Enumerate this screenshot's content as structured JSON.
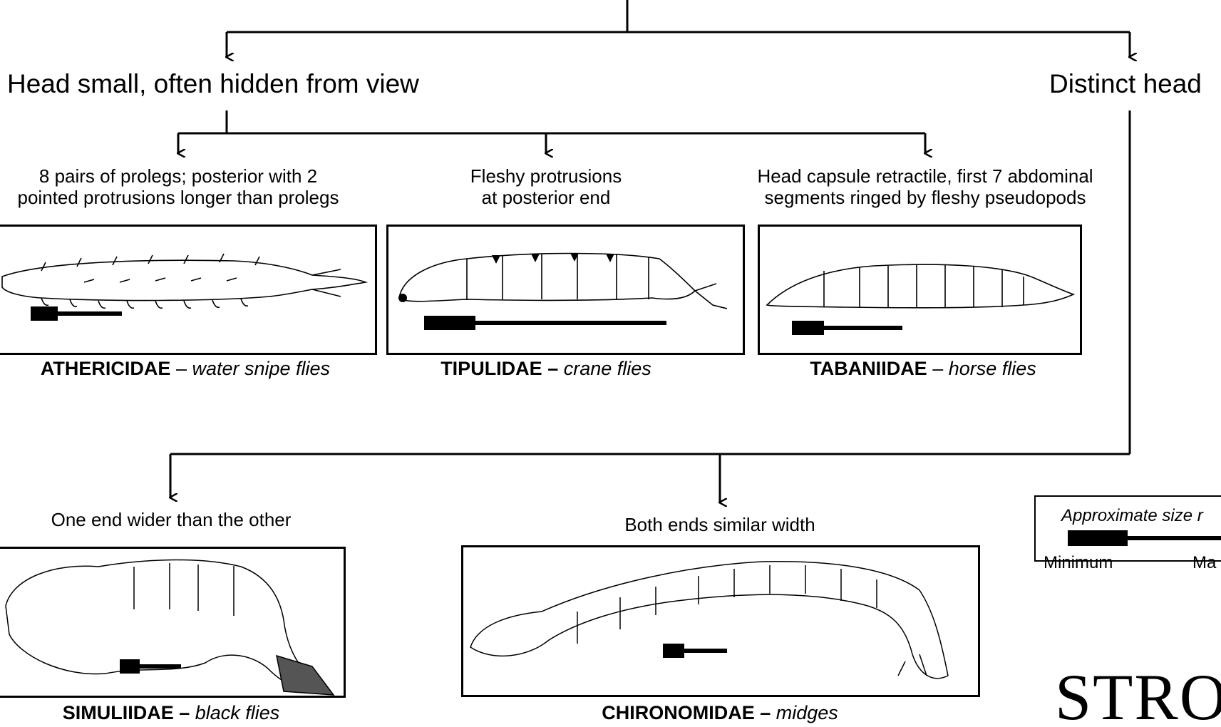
{
  "key": {
    "head_small": "Head small, often hidden from view",
    "distinct_head": "Distinct head",
    "athericidae_desc": [
      "8 pairs of prolegs; posterior with 2",
      "pointed protrusions longer than prolegs"
    ],
    "tipulidae_desc": [
      "Fleshy protrusions",
      "at posterior end"
    ],
    "tabaniidae_desc": [
      "Head capsule retractile, first 7 abdominal",
      "segments ringed by fleshy pseudopods"
    ],
    "simuliidae_desc": "One end wider than the other",
    "chironomidae_desc": "Both ends similar width"
  },
  "families": {
    "athericidae": {
      "name": "ATHERICIDAE",
      "dash": " – ",
      "common": "water snipe flies"
    },
    "tipulidae": {
      "name": "TIPULIDAE",
      "dash": " – ",
      "common": "crane flies"
    },
    "tabaniidae": {
      "name": "TABANIIDAE",
      "dash": " – ",
      "common": "horse flies"
    },
    "simuliidae": {
      "name": "SIMULIIDAE",
      "dash": " – ",
      "common": "black flies"
    },
    "chironomidae": {
      "name": "CHIRONOMIDAE",
      "dash": " – ",
      "common": "midges"
    }
  },
  "legend": {
    "title": "Approximate size r",
    "min": "Minimum",
    "max": "Ma"
  },
  "logo": {
    "text": "STRO"
  },
  "colors": {
    "line": "#000000",
    "background": "#ffffff",
    "head_shade": "#555555"
  }
}
